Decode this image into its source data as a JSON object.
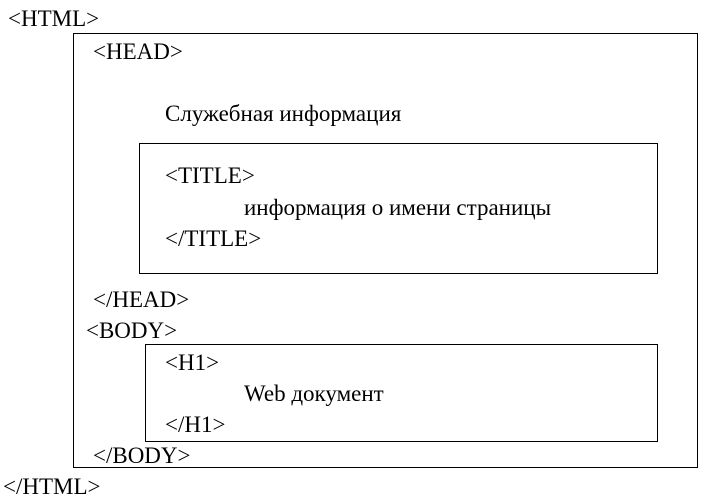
{
  "html_block": {
    "open_tag": "<HTML>",
    "close_tag": "</HTML>"
  },
  "head_block": {
    "open_tag": "<HEAD>",
    "description": "Служебная информация",
    "close_tag": "</HEAD>"
  },
  "title_block": {
    "open_tag": "<TITLE>",
    "content": "информация о имени страницы",
    "close_tag": "</TITLE>"
  },
  "body_block": {
    "open_tag": "<BODY>",
    "close_tag": "</BODY>"
  },
  "h1_block": {
    "open_tag": "<H1>",
    "content": "Web документ",
    "close_tag": "</H1>"
  }
}
